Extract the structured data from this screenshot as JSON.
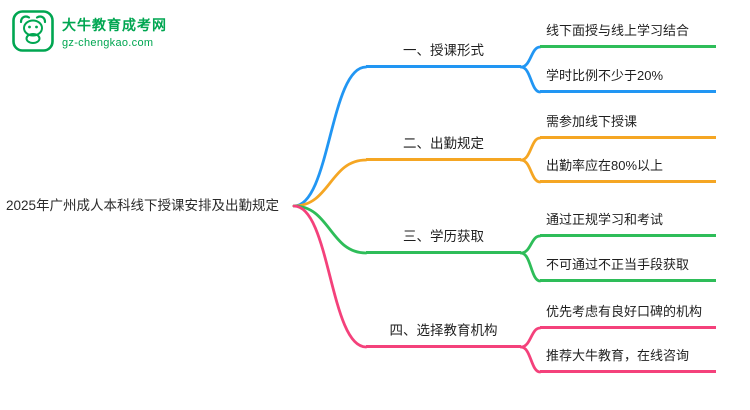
{
  "logo": {
    "site_name": "大牛教育成考网",
    "site_url": "gz-chengkao.com",
    "brand_color": "#00a651"
  },
  "root": {
    "title": "2025年广州成人本科线下授课安排及出勤规定"
  },
  "branches": [
    {
      "label": "一、授课形式",
      "color": "#2196f3",
      "children": [
        {
          "text": "线下面授与线上学习结合",
          "color": "#2ebd59"
        },
        {
          "text": "学时比例不少于20%",
          "color": "#2196f3"
        }
      ]
    },
    {
      "label": "二、出勤规定",
      "color": "#f5a623",
      "children": [
        {
          "text": "需参加线下授课",
          "color": "#f5a623"
        },
        {
          "text": "出勤率应在80%以上",
          "color": "#f5a623"
        }
      ]
    },
    {
      "label": "三、学历获取",
      "color": "#2ebd59",
      "children": [
        {
          "text": "通过正规学习和考试",
          "color": "#2ebd59"
        },
        {
          "text": "不可通过不正当手段获取",
          "color": "#2ebd59"
        }
      ]
    },
    {
      "label": "四、选择教育机构",
      "color": "#f4417b",
      "children": [
        {
          "text": "优先考虑有良好口碑的机构",
          "color": "#f4417b"
        },
        {
          "text": "推荐大牛教育，在线咨询",
          "color": "#f4417b"
        }
      ]
    }
  ]
}
